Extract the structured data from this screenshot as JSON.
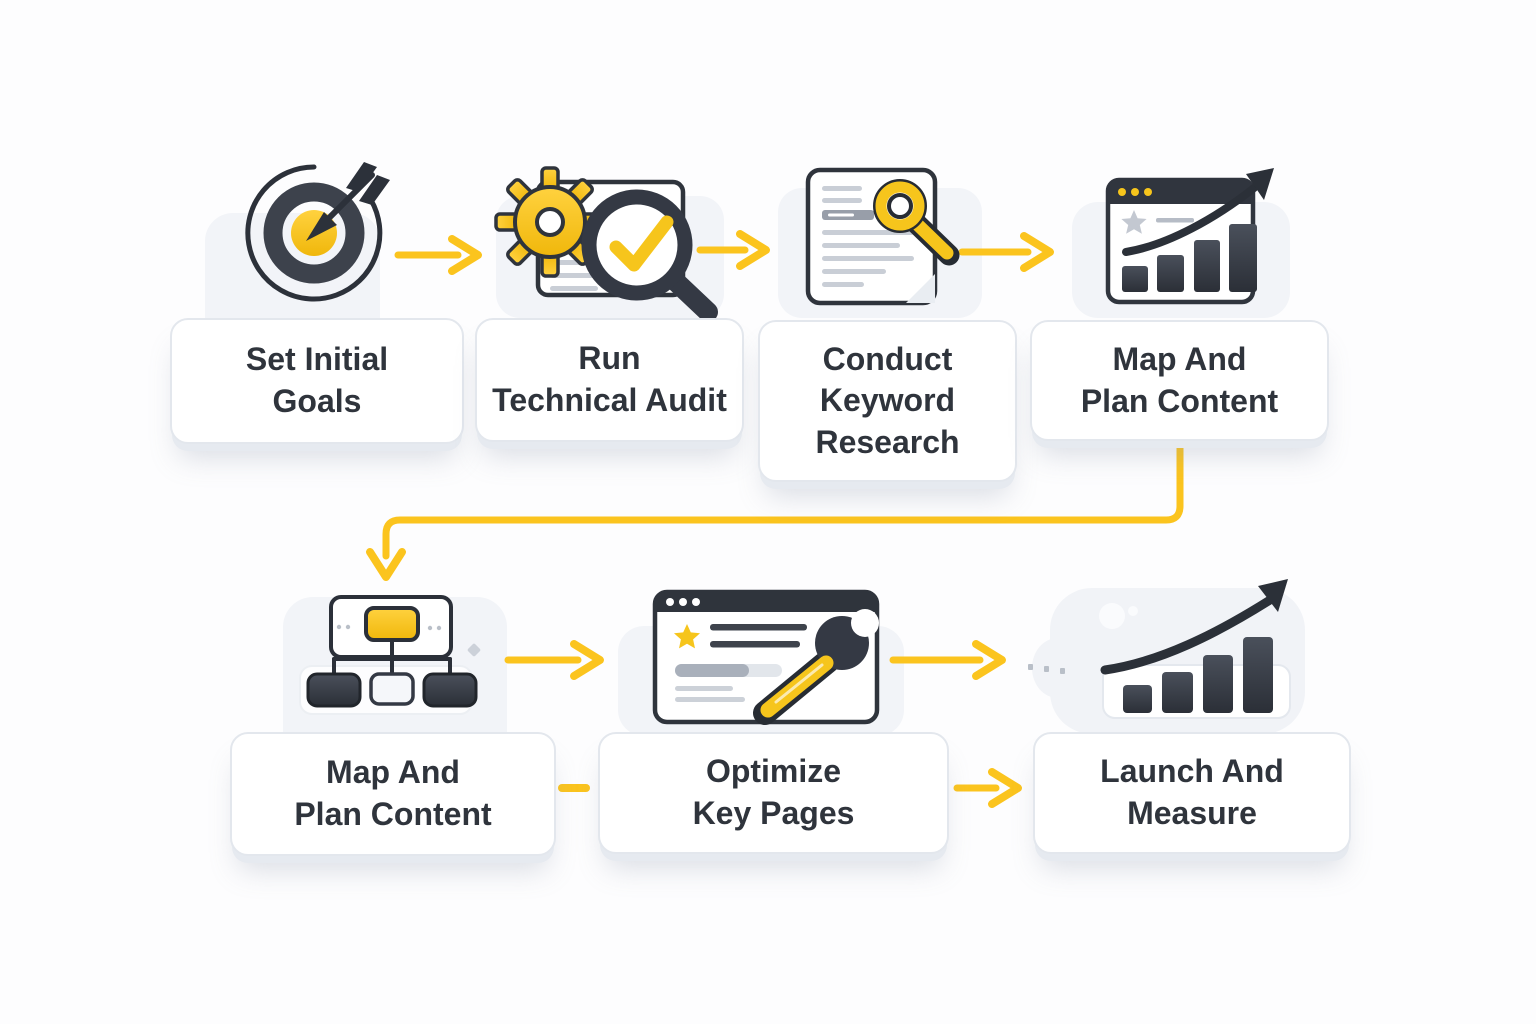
{
  "title": "SEO process flowchart",
  "palette": {
    "accent_yellow": "#F8C51D",
    "arrow_yellow": "#FBC41E",
    "charcoal": "#31363F",
    "card_border": "#E3E7ED",
    "card_text": "#2F343C",
    "muted_gray": "#C8CDD5",
    "backdrop_gray": "#F2F4F8",
    "background": "#FDFDFE"
  },
  "steps": [
    {
      "label": "Set Initial\nGoals",
      "icon": "target-goal-icon",
      "row": 1
    },
    {
      "label": "Run\nTechnical Audit",
      "icon": "gear-magnifier-check-icon",
      "row": 1
    },
    {
      "label": "Conduct\nKeyword\nResearch",
      "icon": "document-key-icon",
      "row": 1
    },
    {
      "label": "Map And\nPlan Content",
      "icon": "browser-growth-chart-icon",
      "row": 1
    },
    {
      "label": "Map And\nPlan Content",
      "icon": "sitemap-icon",
      "row": 2
    },
    {
      "label": "Optimize\nKey Pages",
      "icon": "browser-wrench-icon",
      "row": 2
    },
    {
      "label": "Launch And\nMeasure",
      "icon": "bar-chart-growth-arrow-icon",
      "row": 2
    }
  ]
}
